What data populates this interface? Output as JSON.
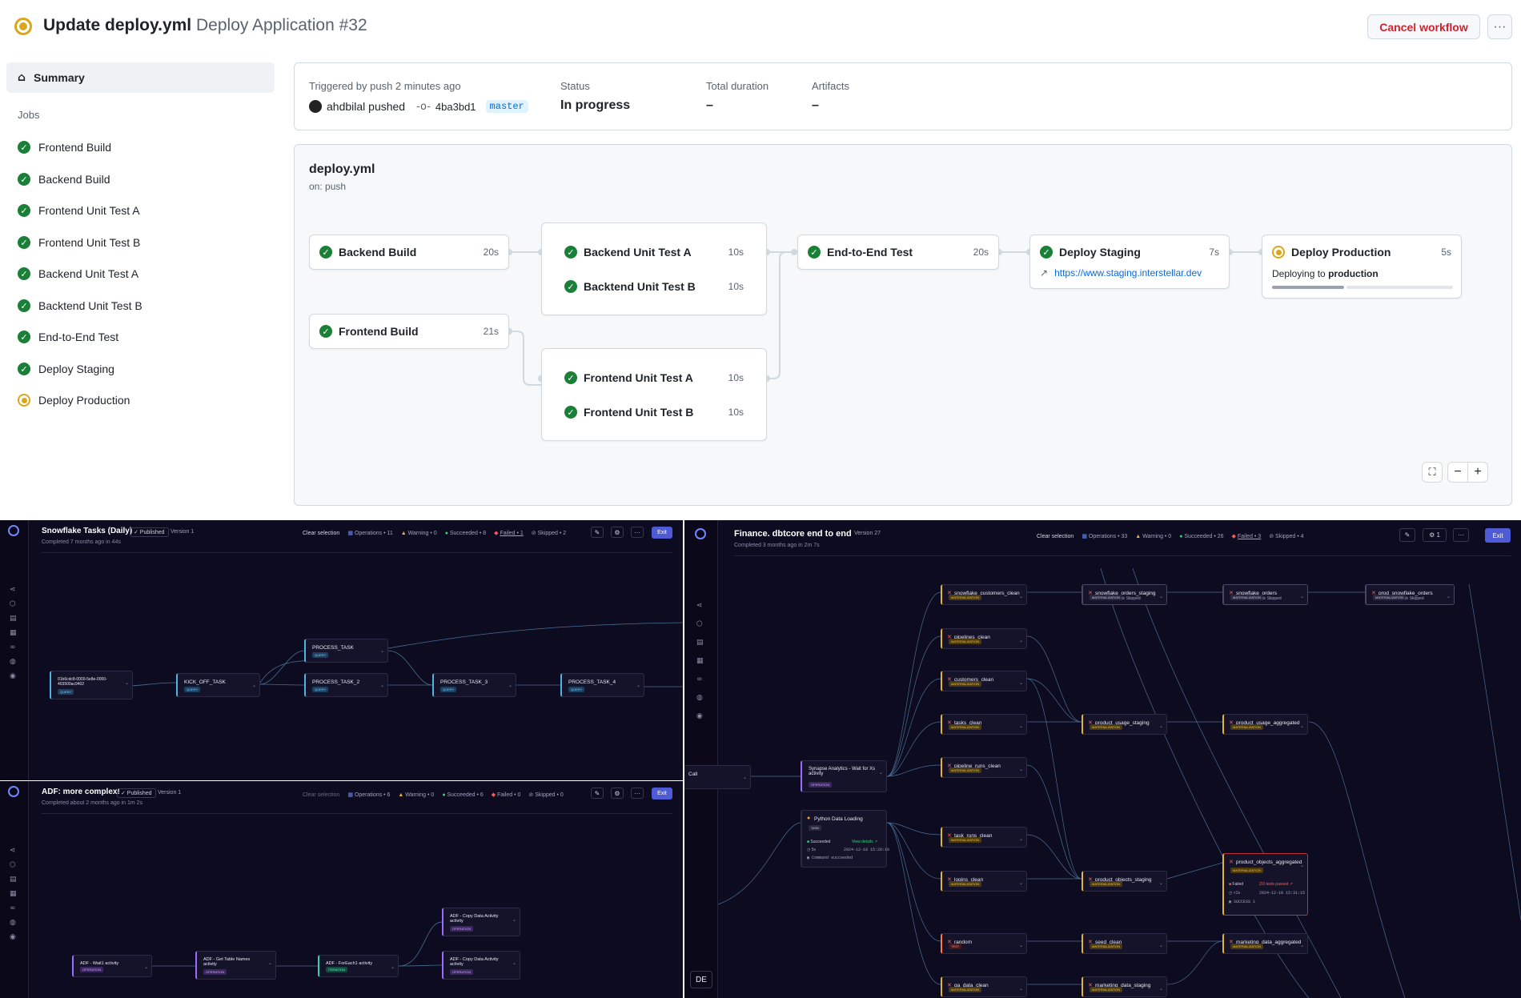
{
  "header": {
    "title_bold": "Update deploy.yml",
    "title_rest": "Deploy Application #32",
    "cancel_label": "Cancel workflow",
    "more_label": "···"
  },
  "sidebar": {
    "summary_label": "Summary",
    "jobs_heading": "Jobs",
    "jobs": [
      {
        "label": "Frontend Build",
        "status": "success"
      },
      {
        "label": "Backend Build",
        "status": "success"
      },
      {
        "label": "Frontend Unit Test A",
        "status": "success"
      },
      {
        "label": "Frontend Unit Test B",
        "status": "success"
      },
      {
        "label": "Backend Unit Test A",
        "status": "success"
      },
      {
        "label": "Backtend Unit Test B",
        "status": "success"
      },
      {
        "label": "End-to-End Test",
        "status": "success"
      },
      {
        "label": "Deploy Staging",
        "status": "success"
      },
      {
        "label": "Deploy Production",
        "status": "in-progress"
      }
    ]
  },
  "summary": {
    "trigger_label": "Triggered by push 2 minutes ago",
    "actor": "ahdbilal pushed",
    "commit": "4ba3bd1",
    "branch": "master",
    "status_label": "Status",
    "status_value": "In progress",
    "duration_label": "Total duration",
    "duration_value": "–",
    "artifacts_label": "Artifacts",
    "artifacts_value": "–"
  },
  "workflow": {
    "file": "deploy.yml",
    "trigger": "on: push",
    "jobs": {
      "backend_build": {
        "name": "Backend Build",
        "time": "20s"
      },
      "frontend_build": {
        "name": "Frontend Build",
        "time": "21s"
      },
      "backend_unit_a": {
        "name": "Backend Unit Test A",
        "time": "10s"
      },
      "backend_unit_b": {
        "name": "Backtend Unit Test B",
        "time": "10s"
      },
      "frontend_unit_a": {
        "name": "Frontend Unit Test A",
        "time": "10s"
      },
      "frontend_unit_b": {
        "name": "Frontend Unit Test B",
        "time": "10s"
      },
      "e2e": {
        "name": "End-to-End Test",
        "time": "20s"
      },
      "staging": {
        "name": "Deploy Staging",
        "time": "7s",
        "url": "https://www.staging.interstellar.dev"
      },
      "production": {
        "name": "Deploy Production",
        "time": "5s",
        "deploying_prefix": "Deploying to",
        "deploying_env": "production",
        "progress_fraction": 0.4
      }
    }
  },
  "colors": {
    "success": "#1a7f37",
    "in_progress": "#d8a71a",
    "danger": "#cf222e",
    "link": "#0969da",
    "dark_bg": "#0d0b1f",
    "exit": "#4f5bd5"
  },
  "panel1": {
    "title": "Snowflake Tasks (Daily)",
    "published": "✓ Published",
    "version": "Version 1",
    "completed": "Completed 7 months ago in 44s",
    "clear": "Clear selection",
    "operations": "Operations • 11",
    "warning": "Warning • 0",
    "succeeded": "Succeeded • 8",
    "failed": "Failed • 1",
    "skipped": "Skipped • 2",
    "exit": "Exit",
    "nodes": [
      "01b6cdc8-0000-5e8e-0000-403500ac9402",
      "KICK_OFF_TASK",
      "PROCESS_TASK",
      "PROCESS_TASK_2",
      "PROCESS_TASK_3",
      "PROCESS_TASK_4"
    ],
    "tag": "QUERY"
  },
  "panel2": {
    "title": "ADF: more complex!",
    "published": "✓ Published",
    "version": "Version 1",
    "completed": "Completed about 2 months ago in 1m 2s",
    "clear": "Clear selection",
    "operations": "Operations • 6",
    "warning": "Warning • 0",
    "succeeded": "Succeeded • 6",
    "failed": "Failed • 0",
    "skipped": "Skipped • 0",
    "exit": "Exit",
    "nodes": [
      "ADF - Wait1 activity",
      "ADF - Get Table Names activity",
      "ADF - ForEach1 activity",
      "ADF - Copy Data Activity activity",
      "ADF - Copy Data Activity activity"
    ],
    "tags": [
      "OPERATION",
      "OPERATION",
      "ITERATION",
      "OPERATION",
      "OPERATION"
    ]
  },
  "panel3": {
    "title": "Finance. dbtcore end to end",
    "version": "Version 27",
    "completed": "Completed 3 months ago in 2m 7s",
    "clear": "Clear selection",
    "operations": "Operations • 33",
    "warning": "Warning • 0",
    "succeeded": "Succeeded • 26",
    "failed": "Failed • 3",
    "skipped": "Skipped • 4",
    "exit": "Exit",
    "settings_count": "1",
    "call_label": "Call",
    "synapse": "Synapse Analytics - Wait for Xs activity",
    "synapse_tag": "OPERATION",
    "python": {
      "name": "Python Data Loading",
      "tag": "TASK",
      "succeeded": "Succeeded",
      "view": "View details ↗",
      "time": "5s",
      "stamp": "2024-12-18 15:29:19",
      "cmd": "Command succeeded"
    },
    "col1": [
      "snowflake_customers_clean",
      "pipelines_clean",
      "customers_clean",
      "tasks_clean",
      "pipeline_runs_clean",
      "task_runs_clean",
      "logins_clean",
      "random",
      "ga_data_clean"
    ],
    "col1_tag": "MATERIALIZATION",
    "random_tag": "TEST",
    "col2": [
      "snowflake_orders_staging",
      "product_usage_staging",
      "product_objects_staging",
      "seed_clean",
      "marketing_data_staging"
    ],
    "col3": [
      "snowflake_orders",
      "product_usage_aggregated",
      "product_objects_aggregated",
      "marketing_data_aggregated"
    ],
    "col4": [
      "prod_snowflake_orders"
    ],
    "skipped_label": "Skipped",
    "failed_node": {
      "status": "Failed",
      "tests": "2/3 tests passed ↗",
      "time": "<1s",
      "stamp": "2024-12-18 15:31:15",
      "code": "SUCCESS 1"
    },
    "lang": "DE"
  }
}
